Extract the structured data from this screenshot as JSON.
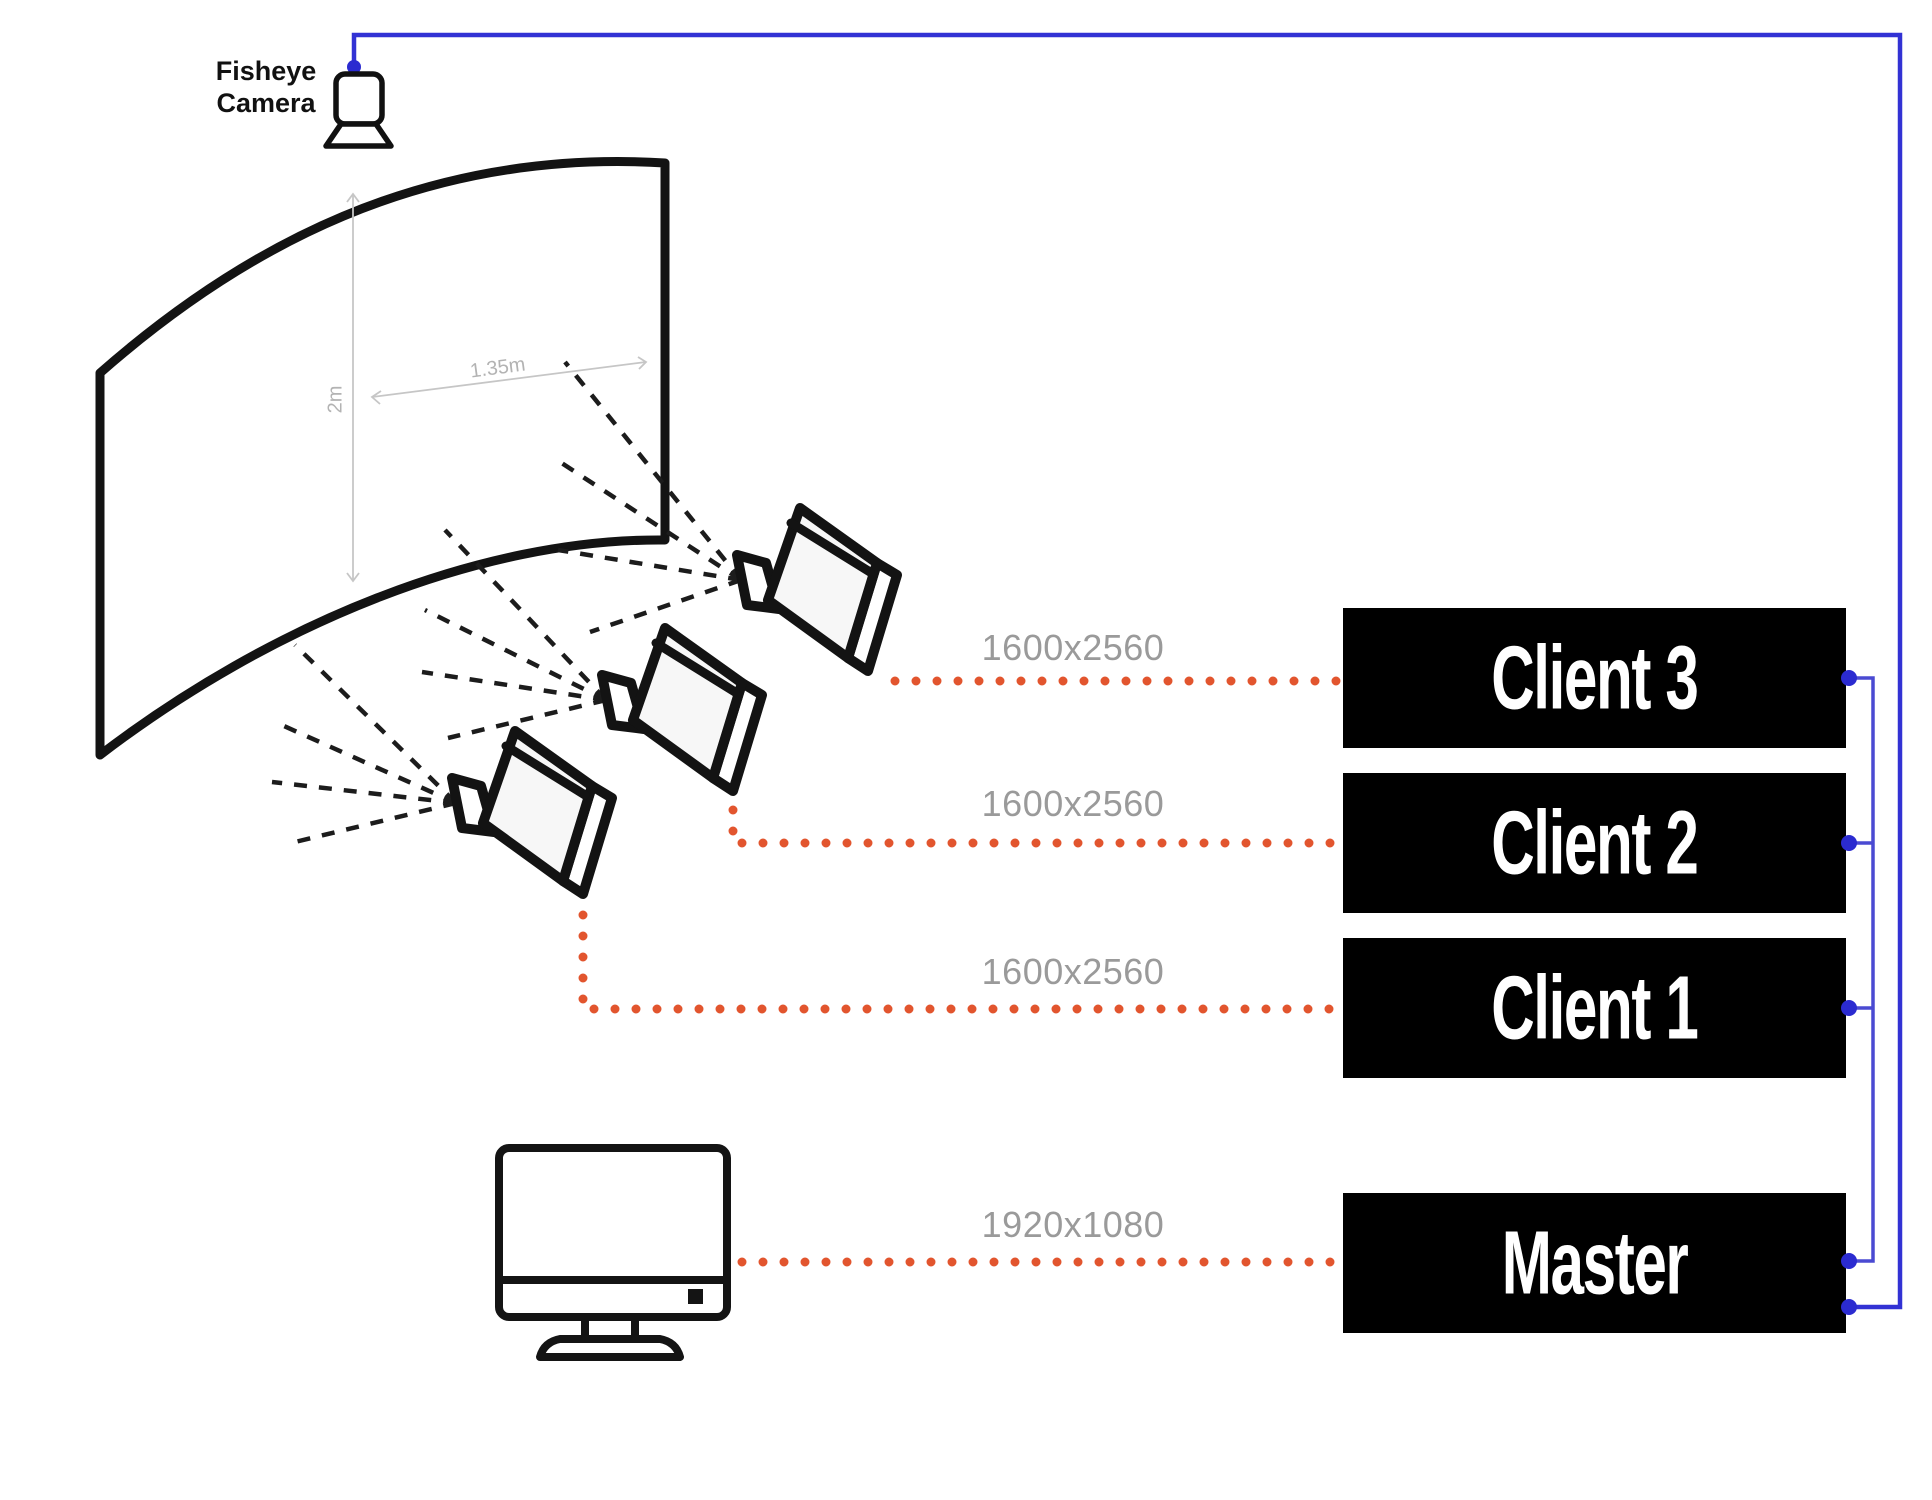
{
  "diagram": {
    "camera": {
      "label_line1": "Fisheye",
      "label_line2": "Camera"
    },
    "screen": {
      "height_label": "2m",
      "width_label": "1.35m"
    },
    "rows": [
      {
        "resolution": "1600x2560",
        "node": "Client 3"
      },
      {
        "resolution": "1600x2560",
        "node": "Client 2"
      },
      {
        "resolution": "1600x2560",
        "node": "Client 1"
      },
      {
        "resolution": "1920x1080",
        "node": "Master"
      }
    ],
    "colors": {
      "connection_orange": "#e2552e",
      "signal_blue": "#3232d4",
      "node_background": "#000000",
      "node_text": "#ffffff",
      "resolution_text": "#9a9a9a",
      "dimension_text": "#b3b3b3"
    }
  }
}
